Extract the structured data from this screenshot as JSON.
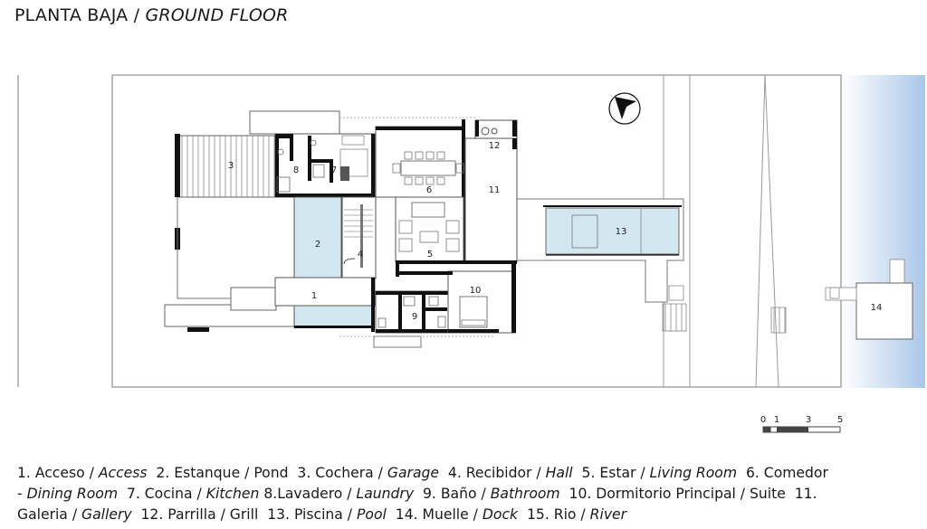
{
  "title": {
    "spanish": "PLANTA BAJA /",
    "english": "GROUND FLOOR"
  },
  "rooms": [
    {
      "number": "1"
    },
    {
      "number": "2"
    },
    {
      "number": "3"
    },
    {
      "number": "4"
    },
    {
      "number": "5"
    },
    {
      "number": "6"
    },
    {
      "number": "7"
    },
    {
      "number": "8"
    },
    {
      "number": "9"
    },
    {
      "number": "10"
    },
    {
      "number": "11"
    },
    {
      "number": "12"
    },
    {
      "number": "13"
    },
    {
      "number": "14"
    }
  ],
  "scale_bar": {
    "ticks": [
      "0",
      "1",
      "3",
      "5"
    ]
  },
  "colors": {
    "water": "#d3e7f1",
    "river_edge": "#a9c7e8",
    "wall": "#111111",
    "line": "#777777"
  },
  "legend": [
    {
      "es": "1. Acceso /",
      "en": "Access"
    },
    {
      "es": "2. Estanque / Pond",
      "en": ""
    },
    {
      "es": "3. Cochera /",
      "en": "Garage"
    },
    {
      "es": "4. Recibidor /",
      "en": "Hall"
    },
    {
      "es": "5. Estar /",
      "en": "Living Room"
    },
    {
      "es": "6. Comedor -",
      "en": "Dining Room"
    },
    {
      "es": "7. Cocina /",
      "en": "Kitchen"
    },
    {
      "es": "8.Lavadero /",
      "en": "Laundry"
    },
    {
      "es": "9. Baño /",
      "en": "Bathroom"
    },
    {
      "es": "10. Dormitorio Principal / Suite",
      "en": ""
    },
    {
      "es": "11. Galeria /",
      "en": "Gallery"
    },
    {
      "es": "12. Parrilla / Grill",
      "en": ""
    },
    {
      "es": "13. Piscina /",
      "en": "Pool"
    },
    {
      "es": "14. Muelle /",
      "en": "Dock"
    },
    {
      "es": "15. Rio /",
      "en": "River"
    }
  ]
}
